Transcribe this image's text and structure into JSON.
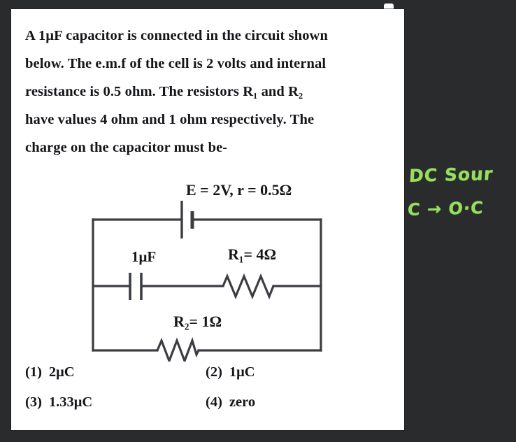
{
  "question": {
    "lines": [
      "A 1μF capacitor is connected in the circuit shown",
      "below. The e.m.f of the cell is 2 volts and internal",
      "resistance is 0.5 ohm. The resistors R₁ and R₂",
      "have values 4 ohm and 1 ohm respectively. The",
      "charge on the capacitor must be-"
    ]
  },
  "circuit": {
    "emf_label": "E = 2V, r = 0.5Ω",
    "capacitor_label": "1μF",
    "r1_label": "R₁= 4Ω",
    "r2_label": "R₂= 1Ω"
  },
  "options": [
    {
      "number": "(1)",
      "value": "2μC"
    },
    {
      "number": "(2)",
      "value": "1μC"
    },
    {
      "number": "(3)",
      "value": "1.33μC"
    },
    {
      "number": "(4)",
      "value": "zero"
    }
  ],
  "annotation": {
    "line1": "DC Sour",
    "line2": "C → O·C",
    "color": "#97e05e"
  },
  "colors": {
    "background": "#2a2b2d",
    "card": "#ffffff",
    "ink": "#14161a",
    "wire": "#3b3d42"
  }
}
